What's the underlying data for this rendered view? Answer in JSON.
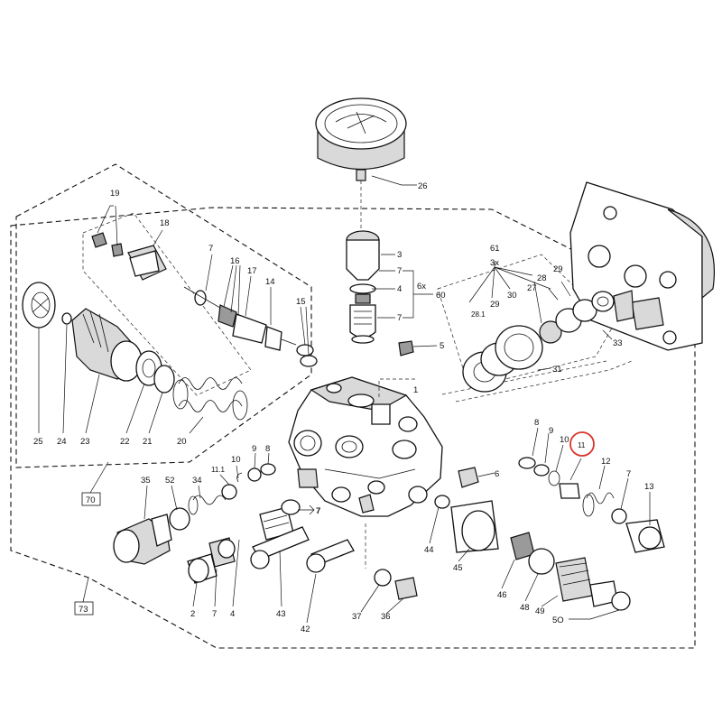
{
  "callouts": [
    {
      "id": "c19",
      "text": "19"
    },
    {
      "id": "c18",
      "text": "18"
    },
    {
      "id": "c7a",
      "text": "7"
    },
    {
      "id": "c16",
      "text": "16"
    },
    {
      "id": "c17",
      "text": "17"
    },
    {
      "id": "c14",
      "text": "14"
    },
    {
      "id": "c15",
      "text": "15"
    },
    {
      "id": "c25",
      "text": "25"
    },
    {
      "id": "c24",
      "text": "24"
    },
    {
      "id": "c23",
      "text": "23"
    },
    {
      "id": "c22",
      "text": "22"
    },
    {
      "id": "c21",
      "text": "21"
    },
    {
      "id": "c20",
      "text": "20"
    },
    {
      "id": "c26",
      "text": "26"
    },
    {
      "id": "c3",
      "text": "3"
    },
    {
      "id": "c7b",
      "text": "7"
    },
    {
      "id": "c4a",
      "text": "4"
    },
    {
      "id": "c7c",
      "text": "7"
    },
    {
      "id": "c6x",
      "text": "6x"
    },
    {
      "id": "c60",
      "text": "60"
    },
    {
      "id": "c5",
      "text": "5"
    },
    {
      "id": "c1",
      "text": "1"
    },
    {
      "id": "c61",
      "text": "61"
    },
    {
      "id": "c3x",
      "text": "3x"
    },
    {
      "id": "c29a",
      "text": "29"
    },
    {
      "id": "c28",
      "text": "28"
    },
    {
      "id": "c29b",
      "text": "29"
    },
    {
      "id": "c30",
      "text": "30"
    },
    {
      "id": "c27",
      "text": "27"
    },
    {
      "id": "c281",
      "text": "28.1"
    },
    {
      "id": "c33",
      "text": "33"
    },
    {
      "id": "c31",
      "text": "31"
    },
    {
      "id": "c8",
      "text": "8"
    },
    {
      "id": "c9a",
      "text": "9"
    },
    {
      "id": "c10a",
      "text": "10"
    },
    {
      "id": "c11hl",
      "text": "11"
    },
    {
      "id": "c12",
      "text": "12"
    },
    {
      "id": "c7d",
      "text": "7"
    },
    {
      "id": "c13",
      "text": "13"
    },
    {
      "id": "c6",
      "text": "6"
    },
    {
      "id": "c111",
      "text": "11.1"
    },
    {
      "id": "c10b",
      "text": "10"
    },
    {
      "id": "c9b",
      "text": "9"
    },
    {
      "id": "c8b",
      "text": "8"
    },
    {
      "id": "c35",
      "text": "35"
    },
    {
      "id": "c52",
      "text": "52"
    },
    {
      "id": "c34",
      "text": "34"
    },
    {
      "id": "c7e",
      "text": "7"
    },
    {
      "id": "c44",
      "text": "44"
    },
    {
      "id": "c45",
      "text": "45"
    },
    {
      "id": "c46",
      "text": "46"
    },
    {
      "id": "c48",
      "text": "48"
    },
    {
      "id": "c49",
      "text": "49"
    },
    {
      "id": "c50",
      "text": "5O"
    },
    {
      "id": "c2",
      "text": "2"
    },
    {
      "id": "c7f",
      "text": "7"
    },
    {
      "id": "c4b",
      "text": "4"
    },
    {
      "id": "c43",
      "text": "43"
    },
    {
      "id": "c42",
      "text": "42"
    },
    {
      "id": "c37",
      "text": "37"
    },
    {
      "id": "c36",
      "text": "36"
    }
  ],
  "boxed_labels": [
    {
      "id": "b70",
      "text": "70"
    },
    {
      "id": "b73",
      "text": "73"
    }
  ],
  "highlight": {
    "target": "11",
    "color": "#d9342b"
  }
}
